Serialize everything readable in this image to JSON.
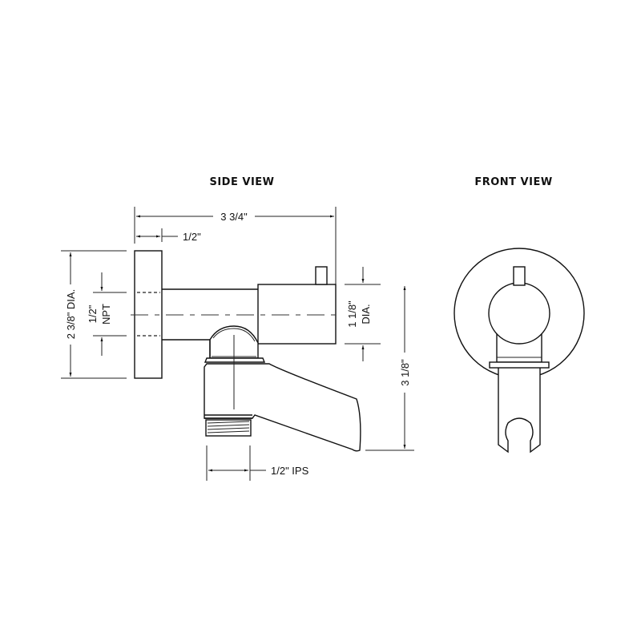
{
  "views": {
    "side": {
      "title": "SIDE VIEW"
    },
    "front": {
      "title": "FRONT VIEW"
    }
  },
  "dimensions": {
    "overall_length": "3 3/4\"",
    "flange_thickness": "1/2\"",
    "flange_diameter": "2 3/8\" DIA.",
    "npt_size_line1": "1/2\"",
    "npt_size_line2": "NPT",
    "body_diameter_line1": "1 1/8\"",
    "body_diameter_line2": "DIA.",
    "overall_height": "3 1/8\"",
    "outlet_thread": "1/2\" IPS"
  },
  "colors": {
    "line": "#111111",
    "background": "#ffffff"
  }
}
